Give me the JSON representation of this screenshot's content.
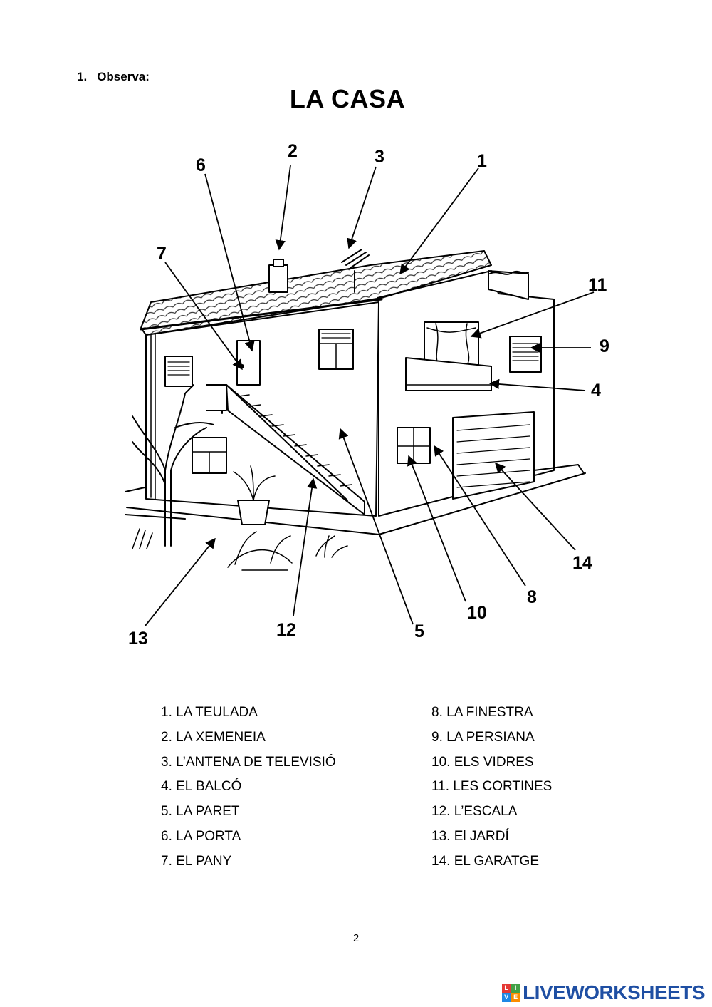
{
  "instruction": {
    "number": "1.",
    "text": "Observa:"
  },
  "title": "LA CASA",
  "callouts": {
    "n1": "1",
    "n2": "2",
    "n3": "3",
    "n4": "4",
    "n5": "5",
    "n6": "6",
    "n7": "7",
    "n8": "8",
    "n9": "9",
    "n10": "10",
    "n11": "11",
    "n12": "12",
    "n13": "13",
    "n14": "14"
  },
  "legend": {
    "left": [
      "1. LA TEULADA",
      "2. LA XEMENEIA",
      "3. L’ANTENA DE TELEVISIÓ",
      "4. EL BALCÓ",
      "5. LA PARET",
      "6. LA PORTA",
      "7. EL PANY"
    ],
    "right": [
      "8.  LA FINESTRA",
      "9.  LA PERSIANA",
      "10. ELS VIDRES",
      "11. LES CORTINES",
      "12. L’ESCALA",
      "13. El JARDÍ",
      "14. EL GARATGE"
    ]
  },
  "page_number": "2",
  "brand": {
    "logo_letters": [
      "L",
      "I",
      "V",
      "E"
    ],
    "logo_colors": [
      "#e53935",
      "#43a047",
      "#1e88e5",
      "#fb8c00"
    ],
    "name": "LIVEWORKSHEETS",
    "color": "#1f4fa3"
  }
}
